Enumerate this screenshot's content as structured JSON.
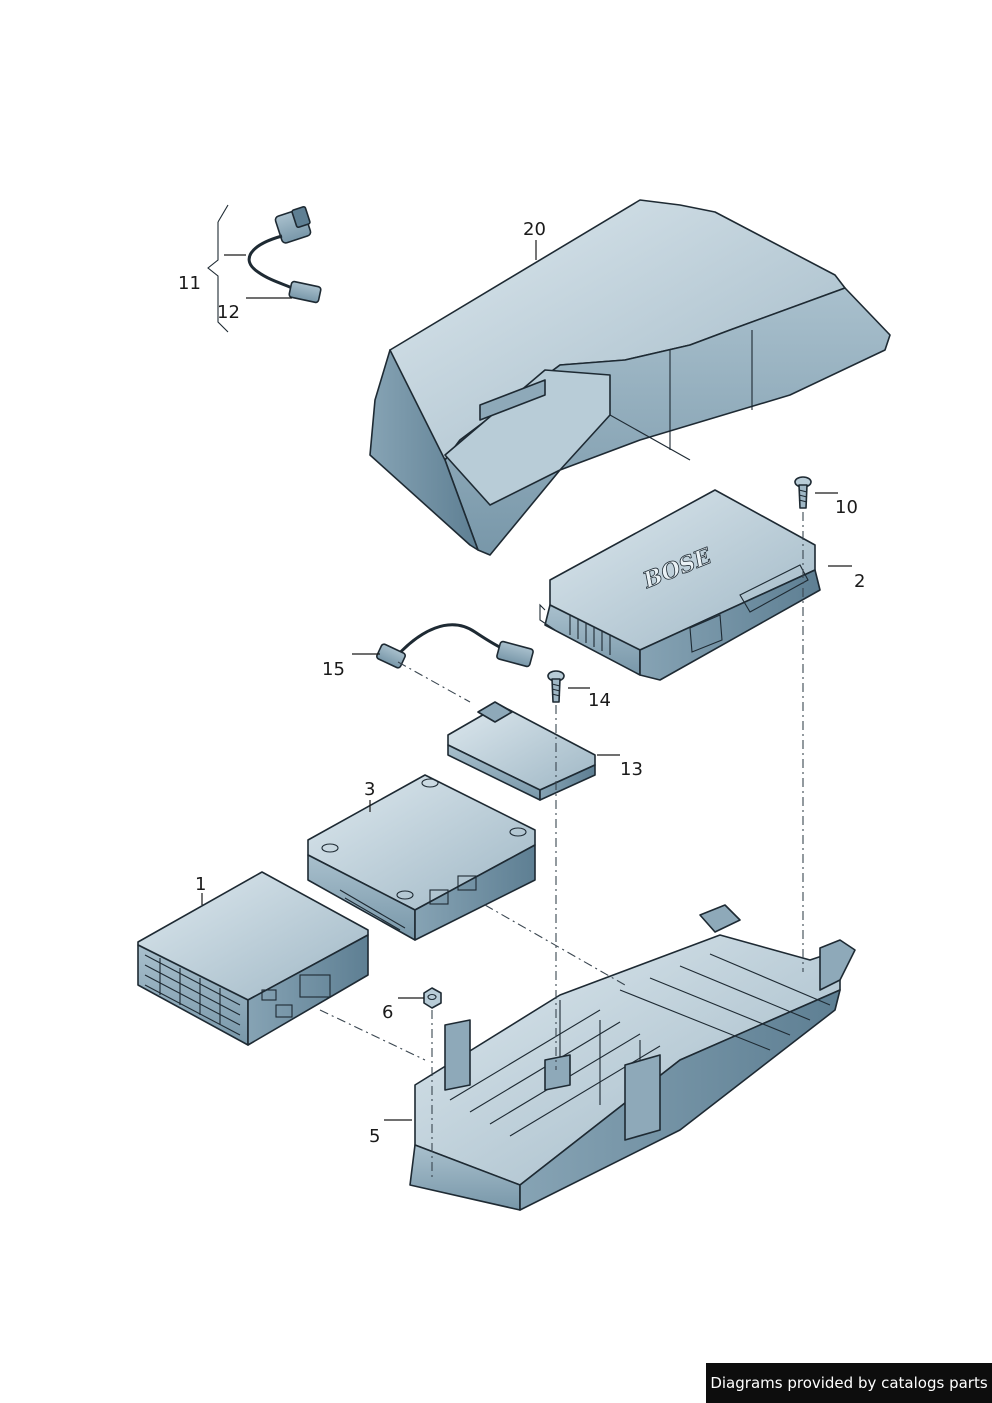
{
  "callouts": {
    "c1": "1",
    "c2": "2",
    "c3": "3",
    "c5": "5",
    "c6": "6",
    "c10": "10",
    "c11": "11",
    "c12": "12",
    "c13": "13",
    "c14": "14",
    "c15": "15",
    "c20": "20"
  },
  "brand_on_amplifier": "BOSE",
  "credit": "Diagrams provided by catalogs parts",
  "colors": {
    "part_light": "#c9d9e1",
    "part_mid": "#9fb7c5",
    "part_dark": "#6f8ea0",
    "outline": "#1e2a33"
  }
}
